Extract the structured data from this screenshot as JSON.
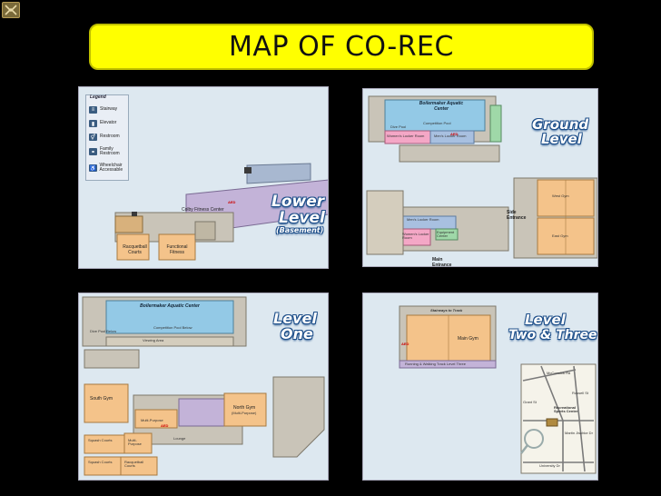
{
  "title": "MAP OF CO-REC",
  "panels": {
    "lower": {
      "level_line1": "Lower",
      "level_line2": "Level",
      "level_sub": "(Basement)",
      "legend": {
        "title": "Legend",
        "items": [
          "Stairway",
          "Elevator",
          "Restroom",
          "Family Restroom",
          "Wheelchair Accessable"
        ]
      },
      "rooms": {
        "fitness": "Colby Fitness Center",
        "racquetball": "Racquetball Courts",
        "functional": "Functional Fitness",
        "aed": "AED"
      }
    },
    "ground": {
      "level_line1": "Ground",
      "level_line2": "Level",
      "rooms": {
        "aquatic": "Boilermaker Aquatic Center",
        "comp_pool": "Competition Pool",
        "dive_pool": "Dive Pool",
        "womens_lr": "Women's Locker Room",
        "mens_lr": "Men's Locker Room",
        "mens_lr2": "Men's Locker Room",
        "womens_lr2": "Women's Locker Room",
        "equipment": "Equipment Center",
        "west_gym": "West Gym",
        "east_gym": "East Gym",
        "side_entrance": "Side Entrance",
        "main_entrance": "Main Entrance",
        "aed": "AED"
      }
    },
    "one": {
      "level_line1": "Level",
      "level_line2": "One",
      "rooms": {
        "aquatic": "Boilermaker Aquatic Center",
        "comp_pool_below": "Competition Pool Below",
        "dive_pool_below": "Dive Pool Below",
        "viewing": "Viewing Area",
        "south_gym": "South Gym",
        "north_gym": "North Gym",
        "north_gym_sub": "(Multi-Purpose)",
        "multi": "Multi-Purpose",
        "lounge": "Lounge",
        "squash": "Squash Courts",
        "multi2": "Multi-Purpose",
        "racquetball": "Racquetball Courts",
        "squash2": "Squash Courts",
        "aed": "AED"
      }
    },
    "two": {
      "level_line1": "Level",
      "level_line2": "Two & Three",
      "rooms": {
        "stairways": "Stairways to Track",
        "main_gym": "Main Gym",
        "track": "Running & Walking Track Level Three",
        "aed": "AED"
      },
      "map": {
        "rec_center": "Recreational Sports Center",
        "university": "University Dr",
        "mccormick": "McCormick Rd",
        "grant": "Grant St",
        "russell": "Russell St",
        "martin": "Martin Jischke Dr"
      }
    }
  }
}
